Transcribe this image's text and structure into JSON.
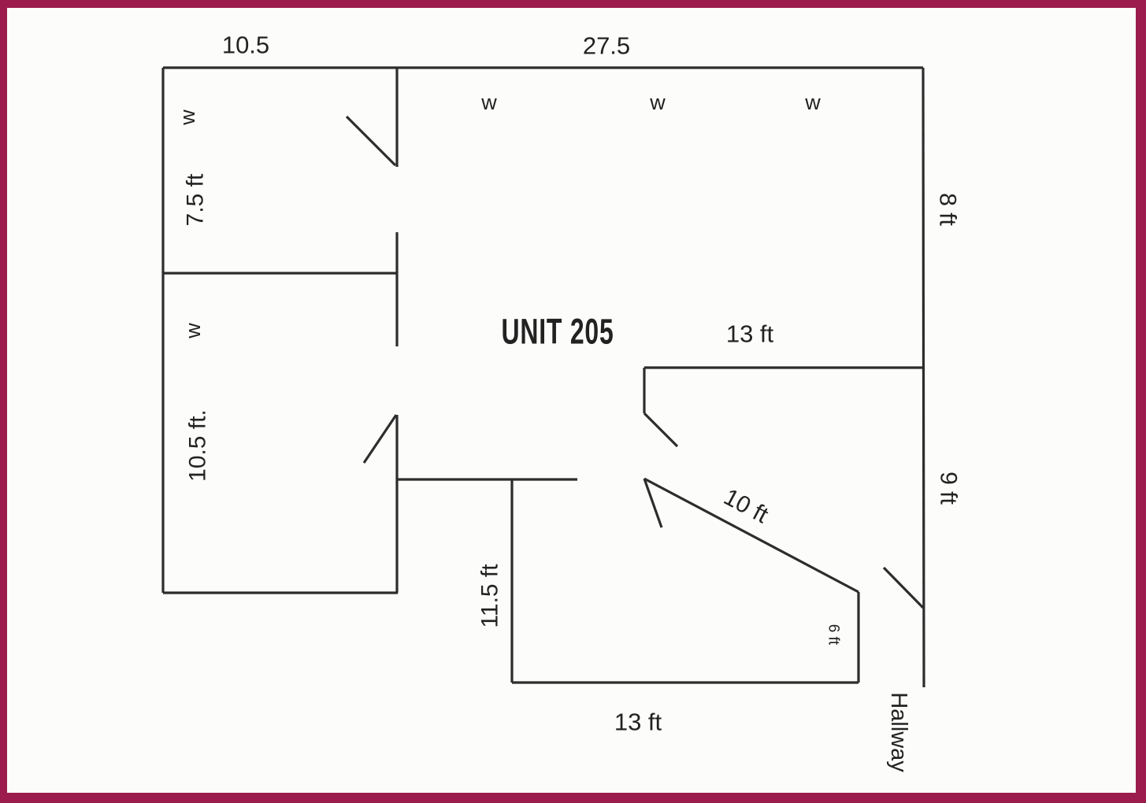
{
  "title": "UNIT 205",
  "colors": {
    "accent": "#9b1c4d",
    "wall": "#2d2d2d",
    "background": "#fcfcfa"
  },
  "markers": {
    "window": "w"
  },
  "labels": {
    "hallway": "Hallway"
  },
  "dimensions": {
    "top_left_width": "10.5",
    "top_right_width": "27.5",
    "left_top_room_height": "7.5 ft",
    "left_bottom_room_height": "10.5 ft.",
    "right_upper_height": "8 ft",
    "interior_wall_length": "13 ft",
    "right_lower_height": "9 ft",
    "diagonal_wall_length": "10 ft",
    "lower_vertical_wall_height": "11.5 ft",
    "closet_side_height": "6 ft",
    "bottom_wall_length": "13 ft"
  }
}
